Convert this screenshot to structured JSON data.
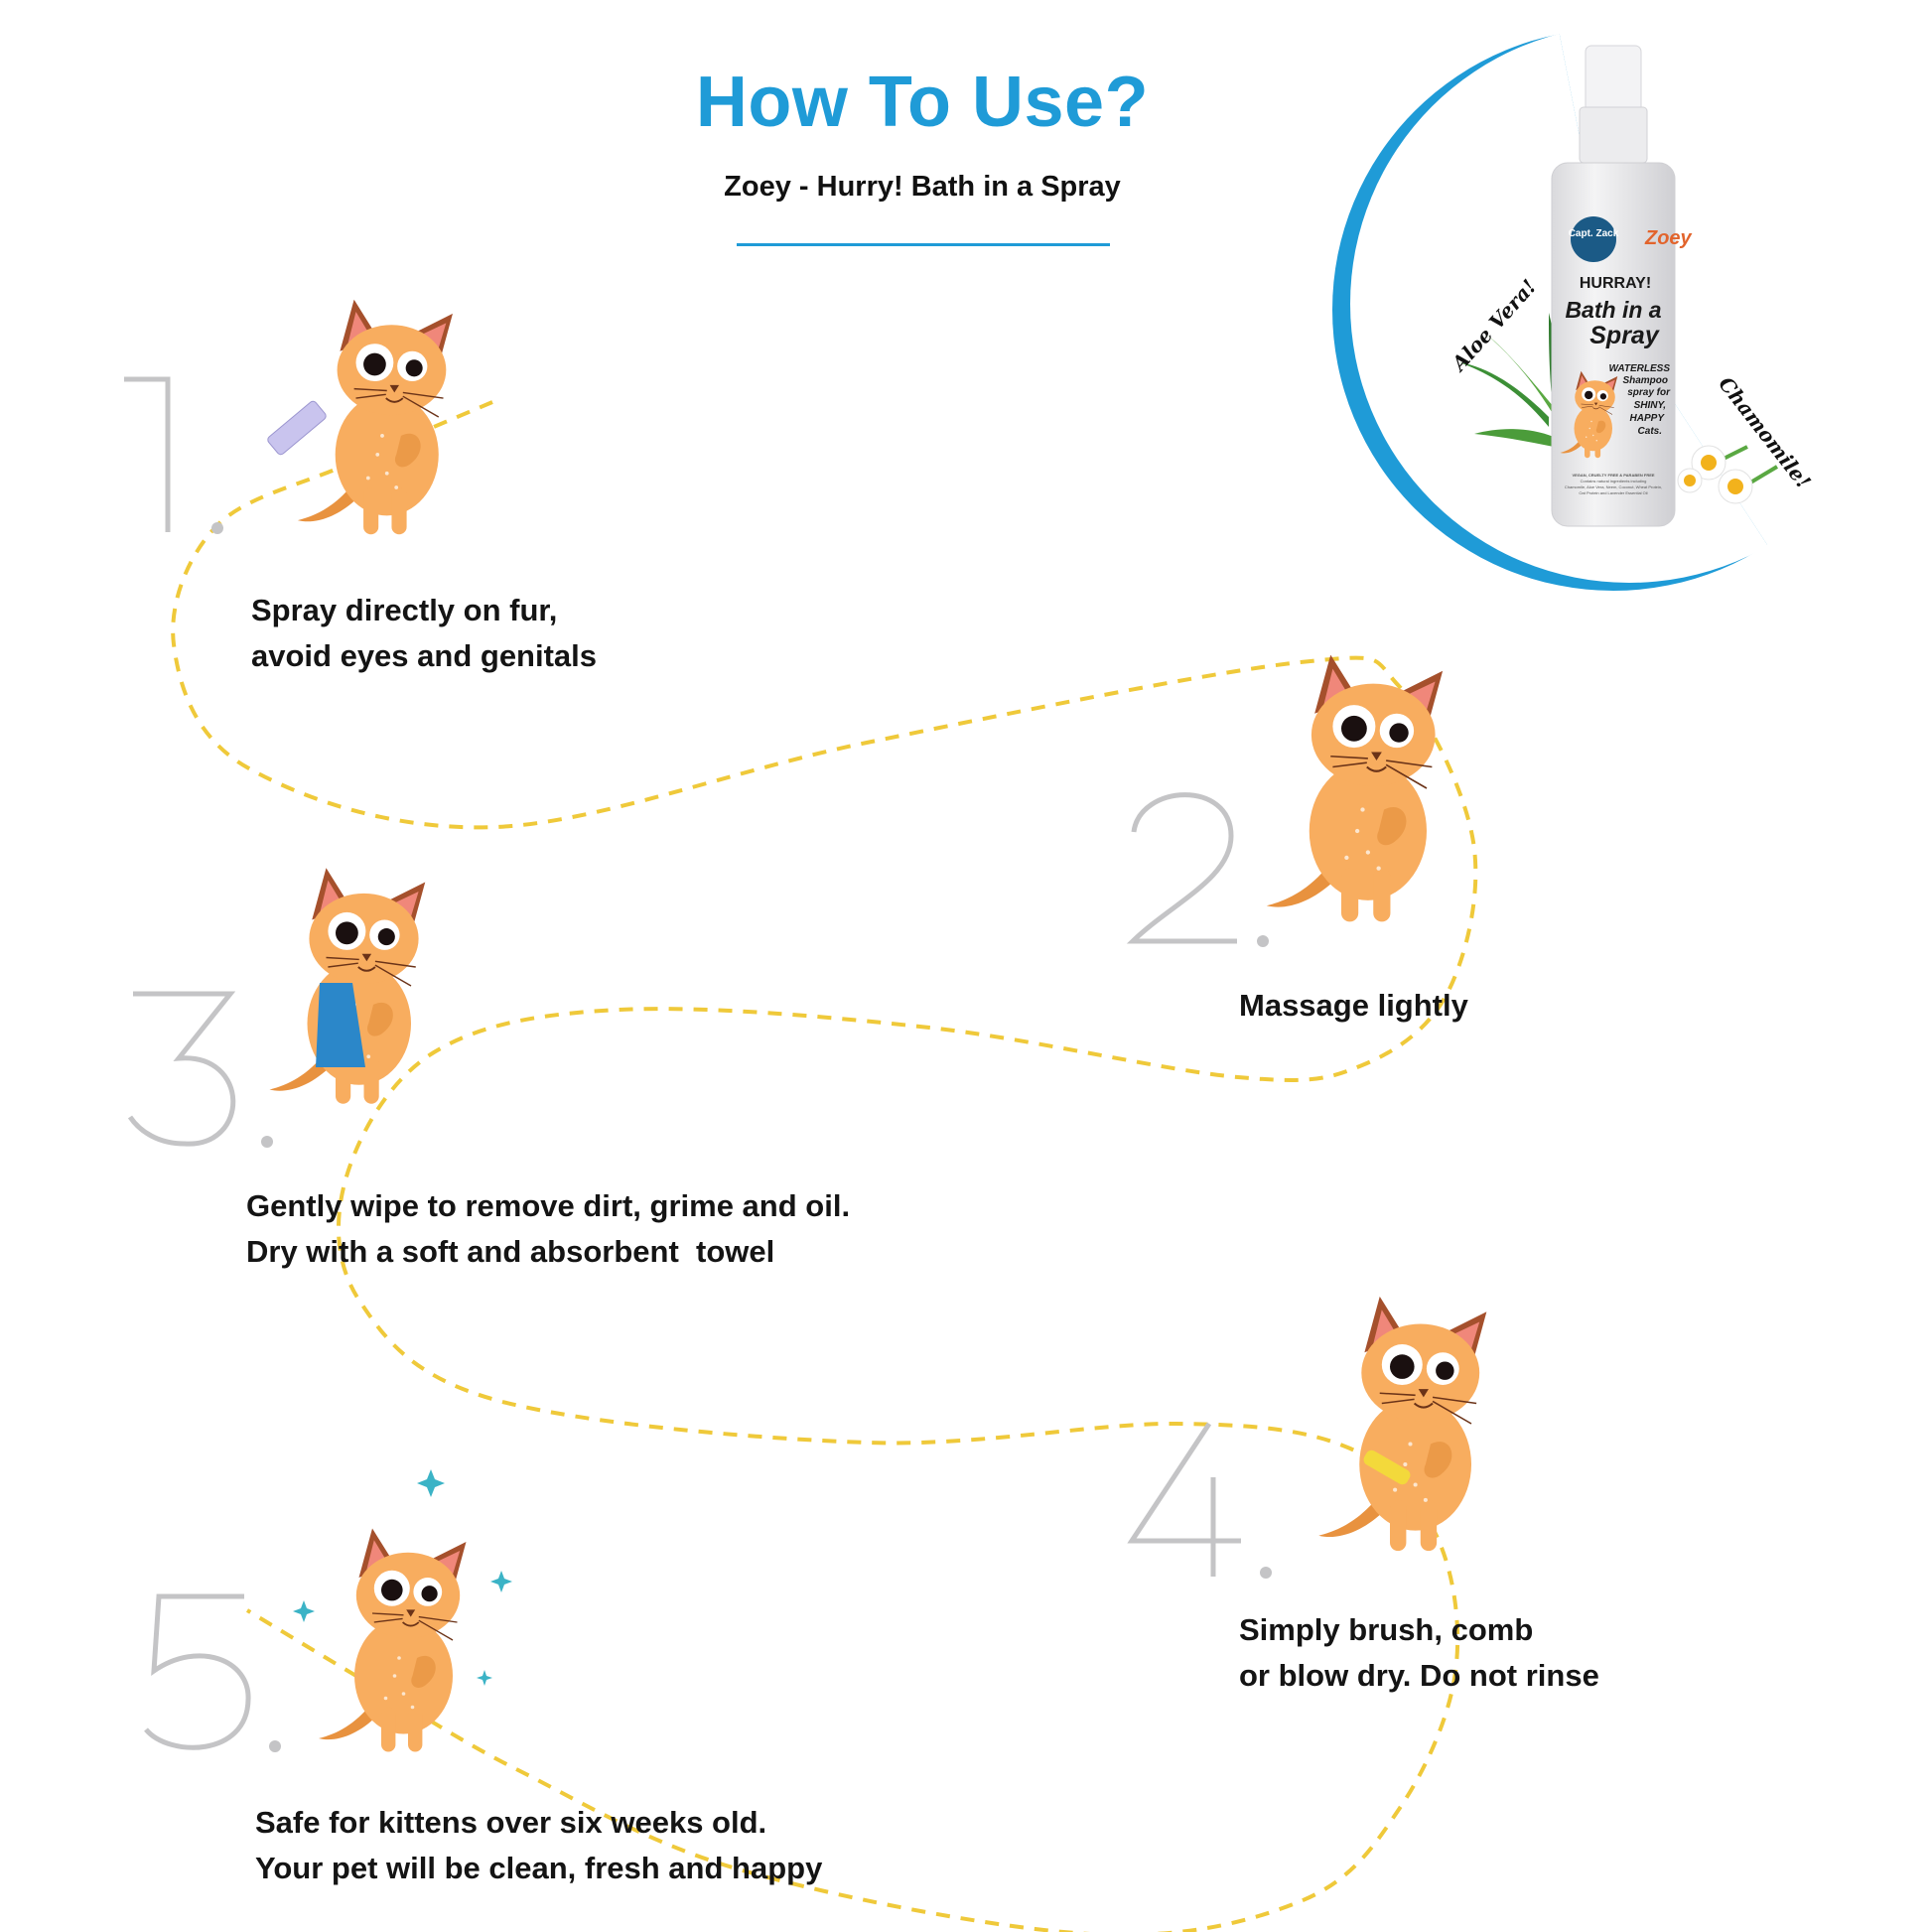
{
  "header": {
    "title": "How To Use?",
    "subtitle": "Zoey - Hurry! Bath in a Spray"
  },
  "product": {
    "brand_logo": "Capt. Zack",
    "product_name": "Zoey",
    "label_line1": "HURRAY!",
    "label_line2": "Bath in a",
    "label_line3": "Spray",
    "label_desc": [
      "WATERLESS",
      "Shampoo",
      "spray for",
      "SHINY,",
      "HAPPY",
      "Cats."
    ],
    "fine_print": [
      "VEGAN, CRUELTY FREE & PARABEN FREE",
      "Contains natural ingredients including",
      "Chamomile, Aloe Vera, Neem, Coconut, Wheat Protein,",
      "Oat Protein and Lavender Essential Oil"
    ],
    "ingredient_left": "Aloe Vera!",
    "ingredient_right": "Chamomile!"
  },
  "steps": [
    {
      "number": "1",
      "lines": [
        "Spray directly on fur,",
        "avoid eyes and genitals"
      ]
    },
    {
      "number": "2",
      "lines": [
        "Massage lightly"
      ]
    },
    {
      "number": "3",
      "lines": [
        "Gently wipe to remove dirt, grime and oil.",
        "Dry with a soft and absorbent  towel"
      ]
    },
    {
      "number": "4",
      "lines": [
        "Simply brush, comb",
        "or blow dry. Do not rinse"
      ]
    },
    {
      "number": "5",
      "lines": [
        "Safe for kittens over six weeks old.",
        "Your pet will be clean, fresh and happy"
      ]
    }
  ],
  "colors": {
    "accent_blue": "#1f9bd7",
    "path_yellow": "#efc93a",
    "numeral_gray": "#c4c4c6",
    "cat_orange": "#f8ad5f"
  }
}
